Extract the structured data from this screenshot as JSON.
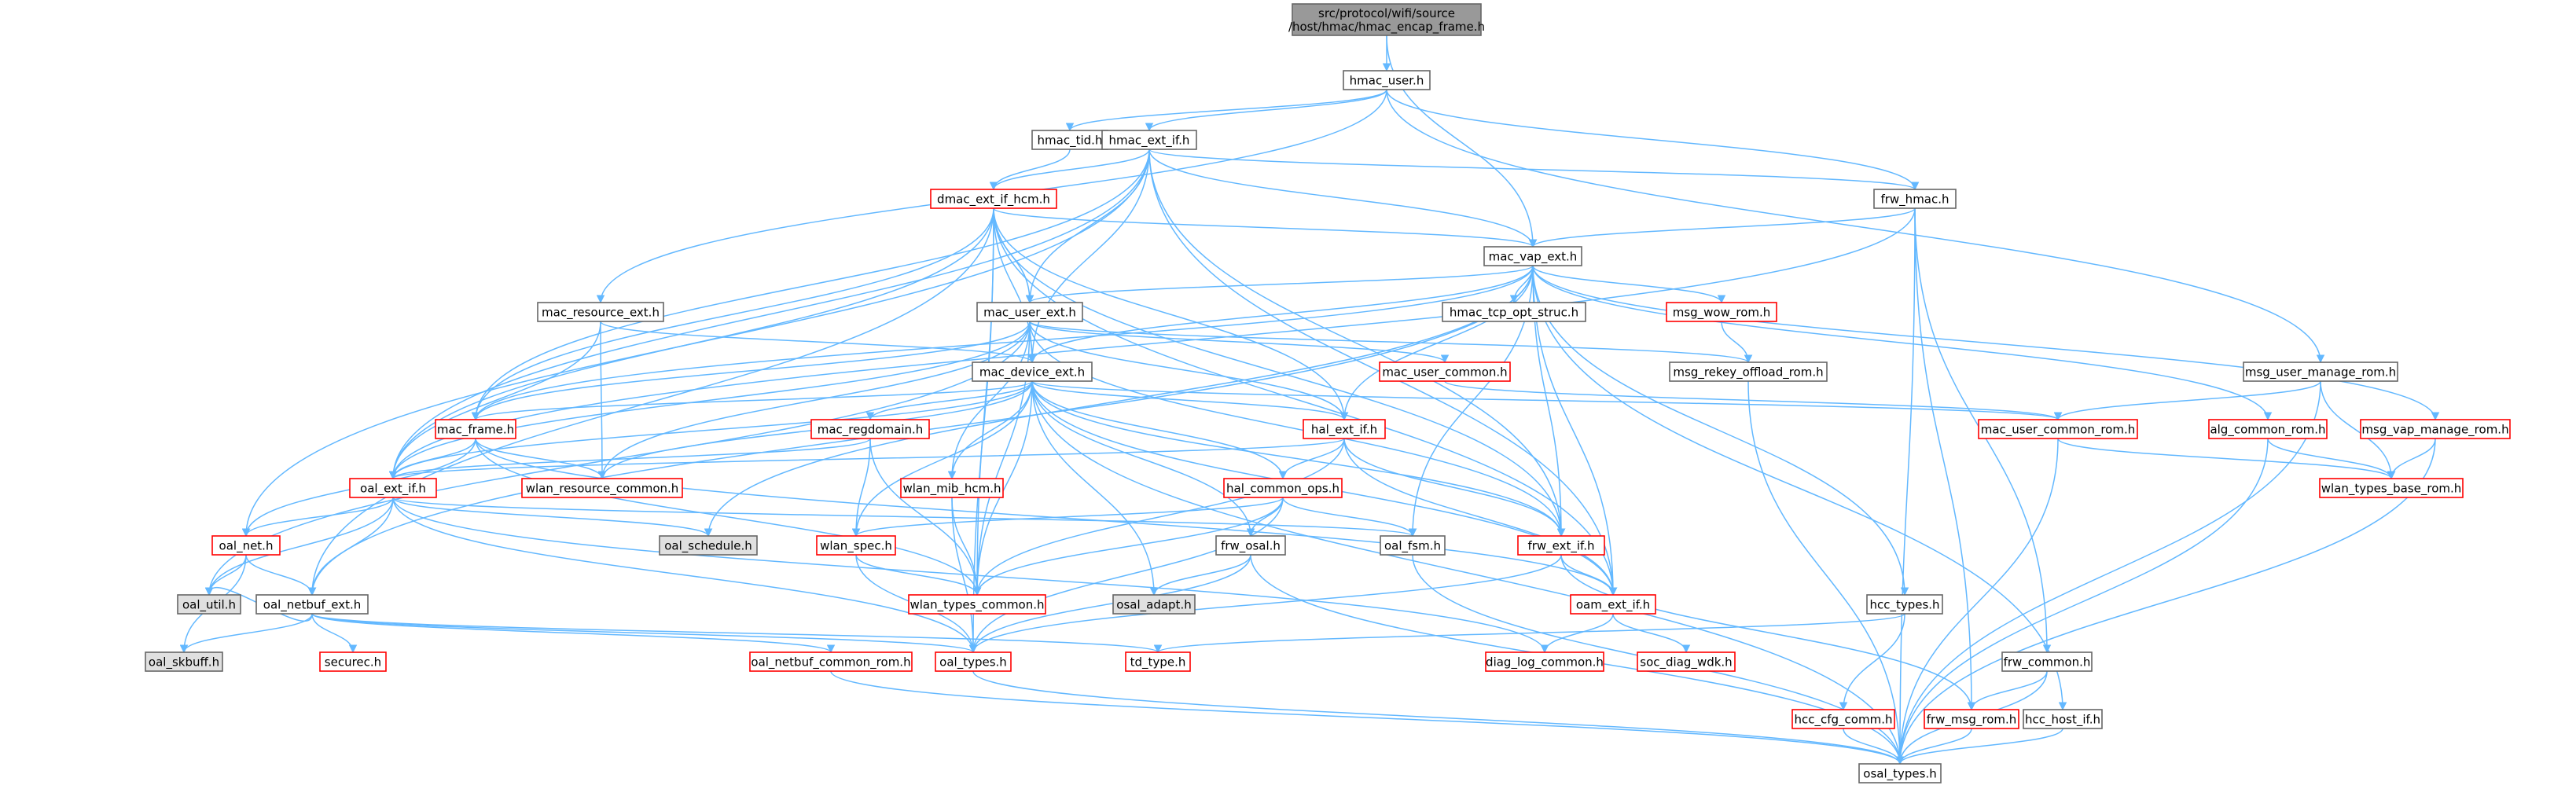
{
  "colors": {
    "edge": "#63b8ff",
    "border_normal": "#666666",
    "border_red": "#ff0000",
    "fill_normal": "#ffffff",
    "fill_gray": "#e0e0e0",
    "fill_root": "#999999",
    "text": "#000000"
  },
  "nodes": [
    {
      "id": "root",
      "lines": [
        "src/protocol/wifi/source",
        "/host/hmac/hmac_encap_frame.h"
      ],
      "style": "root"
    },
    {
      "id": "hmac_user",
      "lines": [
        "hmac_user.h"
      ],
      "style": "normal"
    },
    {
      "id": "hmac_tid",
      "lines": [
        "hmac_tid.h"
      ],
      "style": "normal"
    },
    {
      "id": "hmac_ext_if",
      "lines": [
        "hmac_ext_if.h"
      ],
      "style": "normal"
    },
    {
      "id": "dmac_ext_if_hcm",
      "lines": [
        "dmac_ext_if_hcm.h"
      ],
      "style": "red"
    },
    {
      "id": "frw_hmac",
      "lines": [
        "frw_hmac.h"
      ],
      "style": "normal"
    },
    {
      "id": "mac_vap_ext",
      "lines": [
        "mac_vap_ext.h"
      ],
      "style": "normal"
    },
    {
      "id": "mac_resource_ext",
      "lines": [
        "mac_resource_ext.h"
      ],
      "style": "normal"
    },
    {
      "id": "mac_user_ext",
      "lines": [
        "mac_user_ext.h"
      ],
      "style": "normal"
    },
    {
      "id": "hmac_tcp_opt_struc",
      "lines": [
        "hmac_tcp_opt_struc.h"
      ],
      "style": "normal"
    },
    {
      "id": "msg_wow_rom",
      "lines": [
        "msg_wow_rom.h"
      ],
      "style": "red"
    },
    {
      "id": "msg_user_manage_rom",
      "lines": [
        "msg_user_manage_rom.h"
      ],
      "style": "normal"
    },
    {
      "id": "mac_device_ext",
      "lines": [
        "mac_device_ext.h"
      ],
      "style": "normal"
    },
    {
      "id": "mac_user_common",
      "lines": [
        "mac_user_common.h"
      ],
      "style": "red"
    },
    {
      "id": "msg_rekey_offload_rom",
      "lines": [
        "msg_rekey_offload_rom.h"
      ],
      "style": "normal"
    },
    {
      "id": "mac_frame",
      "lines": [
        "mac_frame.h"
      ],
      "style": "red"
    },
    {
      "id": "mac_regdomain",
      "lines": [
        "mac_regdomain.h"
      ],
      "style": "red"
    },
    {
      "id": "hal_ext_if",
      "lines": [
        "hal_ext_if.h"
      ],
      "style": "red"
    },
    {
      "id": "mac_user_common_rom",
      "lines": [
        "mac_user_common_rom.h"
      ],
      "style": "red"
    },
    {
      "id": "alg_common_rom",
      "lines": [
        "alg_common_rom.h"
      ],
      "style": "red"
    },
    {
      "id": "msg_vap_manage_rom",
      "lines": [
        "msg_vap_manage_rom.h"
      ],
      "style": "red"
    },
    {
      "id": "oal_ext_if",
      "lines": [
        "oal_ext_if.h"
      ],
      "style": "red"
    },
    {
      "id": "wlan_resource_common",
      "lines": [
        "wlan_resource_common.h"
      ],
      "style": "red"
    },
    {
      "id": "wlan_mib_hcm",
      "lines": [
        "wlan_mib_hcm.h"
      ],
      "style": "red"
    },
    {
      "id": "hal_common_ops",
      "lines": [
        "hal_common_ops.h"
      ],
      "style": "red"
    },
    {
      "id": "wlan_types_base_rom",
      "lines": [
        "wlan_types_base_rom.h"
      ],
      "style": "red"
    },
    {
      "id": "oal_net",
      "lines": [
        "oal_net.h"
      ],
      "style": "red"
    },
    {
      "id": "oal_schedule",
      "lines": [
        "oal_schedule.h"
      ],
      "style": "gray"
    },
    {
      "id": "wlan_spec",
      "lines": [
        "wlan_spec.h"
      ],
      "style": "red"
    },
    {
      "id": "frw_osal",
      "lines": [
        "frw_osal.h"
      ],
      "style": "normal"
    },
    {
      "id": "oal_fsm",
      "lines": [
        "oal_fsm.h"
      ],
      "style": "normal"
    },
    {
      "id": "frw_ext_if",
      "lines": [
        "frw_ext_if.h"
      ],
      "style": "red"
    },
    {
      "id": "oal_util",
      "lines": [
        "oal_util.h"
      ],
      "style": "gray"
    },
    {
      "id": "oal_netbuf_ext",
      "lines": [
        "oal_netbuf_ext.h"
      ],
      "style": "normal"
    },
    {
      "id": "wlan_types_common",
      "lines": [
        "wlan_types_common.h"
      ],
      "style": "red"
    },
    {
      "id": "osal_adapt",
      "lines": [
        "osal_adapt.h"
      ],
      "style": "gray"
    },
    {
      "id": "oam_ext_if",
      "lines": [
        "oam_ext_if.h"
      ],
      "style": "red"
    },
    {
      "id": "hcc_types",
      "lines": [
        "hcc_types.h"
      ],
      "style": "normal"
    },
    {
      "id": "oal_skbuff",
      "lines": [
        "oal_skbuff.h"
      ],
      "style": "gray"
    },
    {
      "id": "securec",
      "lines": [
        "securec.h"
      ],
      "style": "red"
    },
    {
      "id": "oal_netbuf_common_rom",
      "lines": [
        "oal_netbuf_common_rom.h"
      ],
      "style": "red"
    },
    {
      "id": "oal_types",
      "lines": [
        "oal_types.h"
      ],
      "style": "red"
    },
    {
      "id": "td_type",
      "lines": [
        "td_type.h"
      ],
      "style": "red"
    },
    {
      "id": "diag_log_common",
      "lines": [
        "diag_log_common.h"
      ],
      "style": "red"
    },
    {
      "id": "soc_diag_wdk",
      "lines": [
        "soc_diag_wdk.h"
      ],
      "style": "red"
    },
    {
      "id": "frw_common",
      "lines": [
        "frw_common.h"
      ],
      "style": "normal"
    },
    {
      "id": "hcc_cfg_comm",
      "lines": [
        "hcc_cfg_comm.h"
      ],
      "style": "red"
    },
    {
      "id": "frw_msg_rom",
      "lines": [
        "frw_msg_rom.h"
      ],
      "style": "red"
    },
    {
      "id": "hcc_host_if",
      "lines": [
        "hcc_host_if.h"
      ],
      "style": "normal"
    },
    {
      "id": "osal_types",
      "lines": [
        "osal_types.h"
      ],
      "style": "normal"
    }
  ],
  "edges": [
    [
      "root",
      "hmac_user"
    ],
    [
      "root",
      "mac_vap_ext"
    ],
    [
      "hmac_user",
      "hmac_tid"
    ],
    [
      "hmac_user",
      "hmac_ext_if"
    ],
    [
      "hmac_user",
      "frw_hmac"
    ],
    [
      "hmac_user",
      "mac_resource_ext"
    ],
    [
      "hmac_user",
      "msg_user_manage_rom"
    ],
    [
      "hmac_tid",
      "dmac_ext_if_hcm"
    ],
    [
      "hmac_ext_if",
      "dmac_ext_if_hcm"
    ],
    [
      "hmac_ext_if",
      "frw_hmac"
    ],
    [
      "hmac_ext_if",
      "mac_vap_ext"
    ],
    [
      "hmac_ext_if",
      "mac_user_ext"
    ],
    [
      "hmac_ext_if",
      "mac_device_ext"
    ],
    [
      "hmac_ext_if",
      "mac_frame"
    ],
    [
      "hmac_ext_if",
      "oal_net"
    ],
    [
      "hmac_ext_if",
      "oal_ext_if"
    ],
    [
      "hmac_ext_if",
      "frw_ext_if"
    ],
    [
      "hmac_ext_if",
      "oam_ext_if"
    ],
    [
      "dmac_ext_if_hcm",
      "mac_vap_ext"
    ],
    [
      "dmac_ext_if_hcm",
      "mac_user_ext"
    ],
    [
      "dmac_ext_if_hcm",
      "mac_device_ext"
    ],
    [
      "dmac_ext_if_hcm",
      "mac_frame"
    ],
    [
      "dmac_ext_if_hcm",
      "oal_ext_if"
    ],
    [
      "dmac_ext_if_hcm",
      "oal_netbuf_ext"
    ],
    [
      "dmac_ext_if_hcm",
      "oal_types"
    ],
    [
      "dmac_ext_if_hcm",
      "wlan_types_common"
    ],
    [
      "dmac_ext_if_hcm",
      "hal_ext_if"
    ],
    [
      "dmac_ext_if_hcm",
      "frw_ext_if"
    ],
    [
      "dmac_ext_if_hcm",
      "oam_ext_if"
    ],
    [
      "frw_hmac",
      "mac_vap_ext"
    ],
    [
      "frw_hmac",
      "oal_ext_if"
    ],
    [
      "frw_hmac",
      "frw_common"
    ],
    [
      "frw_hmac",
      "frw_msg_rom"
    ],
    [
      "frw_hmac",
      "osal_types"
    ],
    [
      "mac_vap_ext",
      "mac_user_ext"
    ],
    [
      "mac_vap_ext",
      "mac_device_ext"
    ],
    [
      "mac_vap_ext",
      "hmac_tcp_opt_struc"
    ],
    [
      "mac_vap_ext",
      "msg_wow_rom"
    ],
    [
      "mac_vap_ext",
      "msg_vap_manage_rom"
    ],
    [
      "mac_vap_ext",
      "alg_common_rom"
    ],
    [
      "mac_vap_ext",
      "hal_ext_if"
    ],
    [
      "mac_vap_ext",
      "oal_fsm"
    ],
    [
      "mac_vap_ext",
      "hcc_types"
    ],
    [
      "mac_vap_ext",
      "hcc_host_if"
    ],
    [
      "mac_vap_ext",
      "oam_ext_if"
    ],
    [
      "mac_vap_ext",
      "oal_schedule"
    ],
    [
      "mac_vap_ext",
      "mac_frame"
    ],
    [
      "mac_vap_ext",
      "oal_netbuf_ext"
    ],
    [
      "mac_vap_ext",
      "frw_ext_if"
    ],
    [
      "mac_resource_ext",
      "mac_device_ext"
    ],
    [
      "mac_resource_ext",
      "wlan_resource_common"
    ],
    [
      "mac_resource_ext",
      "oal_ext_if"
    ],
    [
      "mac_user_ext",
      "mac_device_ext"
    ],
    [
      "mac_user_ext",
      "mac_user_common"
    ],
    [
      "mac_user_ext",
      "msg_rekey_offload_rom"
    ],
    [
      "mac_user_ext",
      "hal_ext_if"
    ],
    [
      "mac_user_ext",
      "mac_frame"
    ],
    [
      "mac_user_ext",
      "oal_ext_if"
    ],
    [
      "mac_user_ext",
      "wlan_resource_common"
    ],
    [
      "mac_user_ext",
      "wlan_mib_hcm"
    ],
    [
      "mac_user_ext",
      "wlan_types_common"
    ],
    [
      "mac_user_ext",
      "oal_util"
    ],
    [
      "mac_user_ext",
      "frw_ext_if"
    ],
    [
      "msg_wow_rom",
      "msg_rekey_offload_rom"
    ],
    [
      "msg_user_manage_rom",
      "mac_user_common_rom"
    ],
    [
      "msg_user_manage_rom",
      "wlan_types_base_rom"
    ],
    [
      "msg_user_manage_rom",
      "osal_types"
    ],
    [
      "mac_device_ext",
      "mac_frame"
    ],
    [
      "mac_device_ext",
      "mac_regdomain"
    ],
    [
      "mac_device_ext",
      "hal_ext_if"
    ],
    [
      "mac_device_ext",
      "oal_ext_if"
    ],
    [
      "mac_device_ext",
      "wlan_resource_common"
    ],
    [
      "mac_device_ext",
      "wlan_mib_hcm"
    ],
    [
      "mac_device_ext",
      "hal_common_ops"
    ],
    [
      "mac_device_ext",
      "wlan_spec"
    ],
    [
      "mac_device_ext",
      "frw_osal"
    ],
    [
      "mac_device_ext",
      "wlan_types_common"
    ],
    [
      "mac_device_ext",
      "osal_adapt"
    ],
    [
      "mac_device_ext",
      "oam_ext_if"
    ],
    [
      "mac_device_ext",
      "frw_ext_if"
    ],
    [
      "mac_device_ext",
      "osal_types"
    ],
    [
      "mac_device_ext",
      "mac_user_common_rom"
    ],
    [
      "mac_user_common",
      "mac_user_common_rom"
    ],
    [
      "msg_rekey_offload_rom",
      "osal_types"
    ],
    [
      "mac_frame",
      "oal_ext_if"
    ],
    [
      "mac_frame",
      "wlan_resource_common"
    ],
    [
      "mac_frame",
      "wlan_types_common"
    ],
    [
      "mac_frame",
      "oal_net"
    ],
    [
      "mac_frame",
      "oam_ext_if"
    ],
    [
      "mac_regdomain",
      "oal_ext_if"
    ],
    [
      "mac_regdomain",
      "wlan_spec"
    ],
    [
      "mac_regdomain",
      "wlan_types_common"
    ],
    [
      "hal_ext_if",
      "hal_common_ops"
    ],
    [
      "hal_ext_if",
      "oal_ext_if"
    ],
    [
      "hal_ext_if",
      "frw_ext_if"
    ],
    [
      "hal_ext_if",
      "oam_ext_if"
    ],
    [
      "hal_ext_if",
      "wlan_types_common"
    ],
    [
      "mac_user_common_rom",
      "wlan_types_base_rom"
    ],
    [
      "mac_user_common_rom",
      "osal_types"
    ],
    [
      "alg_common_rom",
      "wlan_types_base_rom"
    ],
    [
      "alg_common_rom",
      "osal_types"
    ],
    [
      "msg_vap_manage_rom",
      "wlan_types_base_rom"
    ],
    [
      "msg_vap_manage_rom",
      "osal_types"
    ],
    [
      "oal_ext_if",
      "oal_net"
    ],
    [
      "oal_ext_if",
      "oal_schedule"
    ],
    [
      "oal_ext_if",
      "oal_util"
    ],
    [
      "oal_ext_if",
      "oal_netbuf_ext"
    ],
    [
      "oal_ext_if",
      "oal_fsm"
    ],
    [
      "oal_ext_if",
      "oal_types"
    ],
    [
      "oal_ext_if",
      "diag_log_common"
    ],
    [
      "wlan_mib_hcm",
      "wlan_types_common"
    ],
    [
      "wlan_mib_hcm",
      "oal_types"
    ],
    [
      "hal_common_ops",
      "wlan_types_common"
    ],
    [
      "hal_common_ops",
      "frw_osal"
    ],
    [
      "hal_common_ops",
      "oal_fsm"
    ],
    [
      "hal_common_ops",
      "wlan_spec"
    ],
    [
      "hal_common_ops",
      "oal_types"
    ],
    [
      "oal_net",
      "oal_util"
    ],
    [
      "oal_net",
      "oal_netbuf_ext"
    ],
    [
      "oal_net",
      "oal_skbuff"
    ],
    [
      "wlan_spec",
      "wlan_types_common"
    ],
    [
      "wlan_spec",
      "oal_types"
    ],
    [
      "frw_osal",
      "osal_adapt"
    ],
    [
      "frw_osal",
      "oal_types"
    ],
    [
      "frw_osal",
      "osal_types"
    ],
    [
      "oal_fsm",
      "osal_types"
    ],
    [
      "frw_ext_if",
      "oam_ext_if"
    ],
    [
      "frw_ext_if",
      "oal_types"
    ],
    [
      "frw_ext_if",
      "frw_msg_rom"
    ],
    [
      "oal_netbuf_ext",
      "oal_skbuff"
    ],
    [
      "oal_netbuf_ext",
      "securec"
    ],
    [
      "oal_netbuf_ext",
      "oal_netbuf_common_rom"
    ],
    [
      "oal_netbuf_ext",
      "oal_types"
    ],
    [
      "oal_netbuf_ext",
      "td_type"
    ],
    [
      "oal_netbuf_ext",
      "oal_util"
    ],
    [
      "oam_ext_if",
      "diag_log_common"
    ],
    [
      "oam_ext_if",
      "soc_diag_wdk"
    ],
    [
      "hcc_types",
      "td_type"
    ],
    [
      "hcc_types",
      "hcc_cfg_comm"
    ],
    [
      "oal_netbuf_common_rom",
      "osal_types"
    ],
    [
      "oal_types",
      "osal_types"
    ],
    [
      "frw_common",
      "frw_msg_rom"
    ],
    [
      "frw_common",
      "osal_types"
    ],
    [
      "hcc_cfg_comm",
      "osal_types"
    ],
    [
      "frw_msg_rom",
      "osal_types"
    ],
    [
      "hcc_host_if",
      "osal_types"
    ]
  ]
}
